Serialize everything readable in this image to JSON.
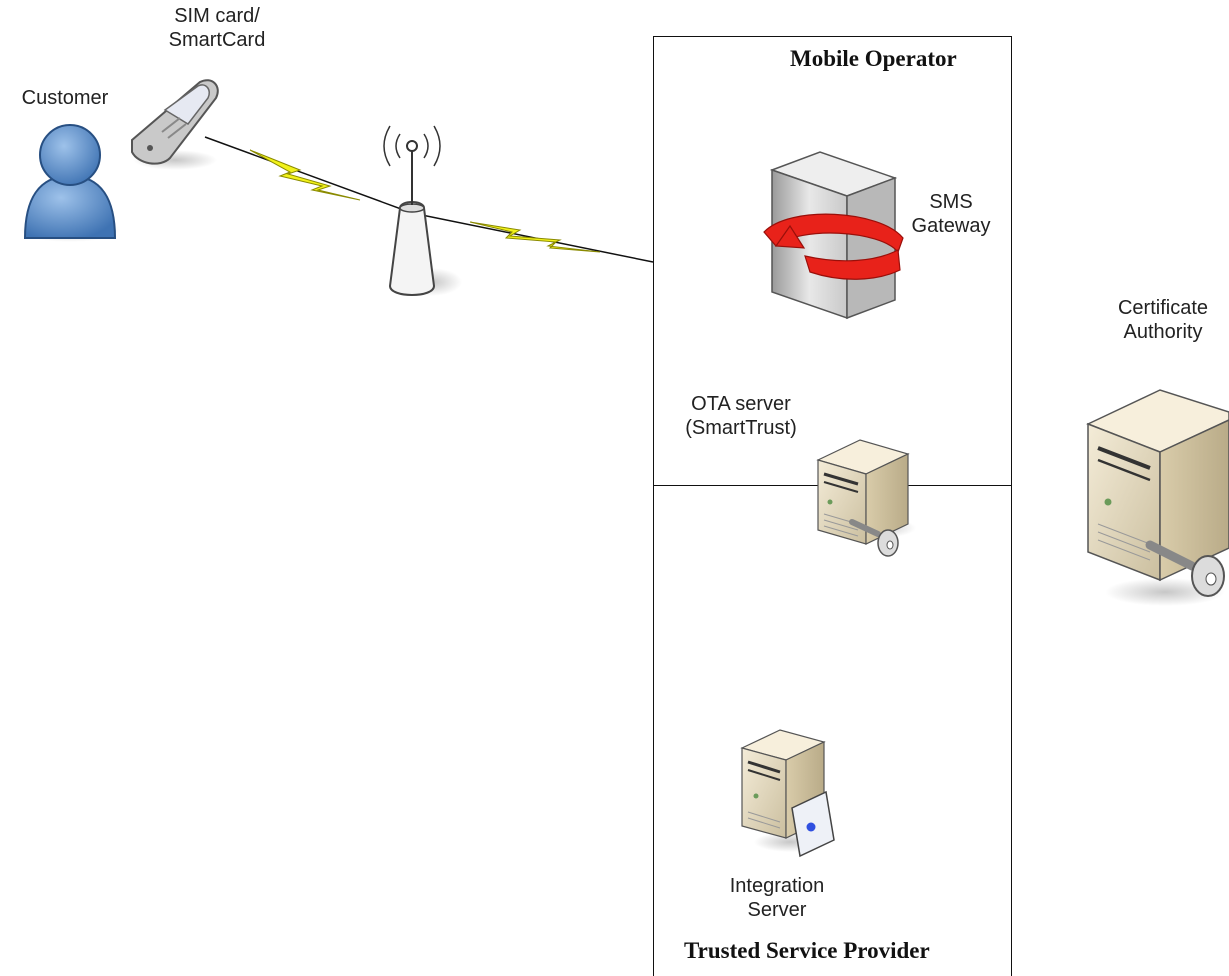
{
  "labels": {
    "customer": "Customer",
    "sim_line1": "SIM card/",
    "sim_line2": "SmartCard",
    "sms_line1": "SMS",
    "sms_line2": "Gateway",
    "ota_line1": "OTA server",
    "ota_line2": "(SmartTrust)",
    "ca_line1": "Certificate",
    "ca_line2": "Authority",
    "integration_line1": "Integration",
    "integration_line2": "Server"
  },
  "zones": {
    "mobile_operator": "Mobile Operator",
    "trusted_service_provider": "Trusted Service Provider"
  },
  "colors": {
    "customer": "#5f8fc8",
    "lightning": "#f2f21a",
    "arrow": "#e8221a",
    "server": "#e8dcc2",
    "gateway": "#d6d6d6"
  }
}
